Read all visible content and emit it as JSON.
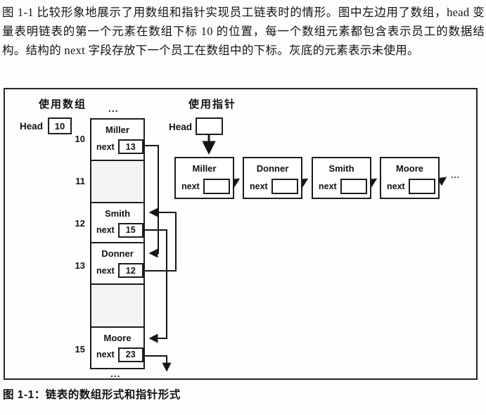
{
  "intro": "图 1-1 比较形象地展示了用数组和指针实现员工链表时的情形。图中左边用了数组，head 变量表明链表的第一个元素在数组下标 10 的位置，每一个数组元素都包含表示员工的数据结构。结构的 next 字段存放下一个员工在数组中的下标。灰底的元素表示未使用。",
  "caption": "图 1-1：链表的数组形式和指针形式",
  "figure": {
    "next_label": "next",
    "array_section": {
      "heading": "使用数组",
      "head_label": "Head",
      "head_value": "10",
      "ellipsis_top": "...",
      "ellipsis_bottom": "...",
      "cells": [
        {
          "index": "10",
          "name": "Miller",
          "next": "13",
          "used": true
        },
        {
          "index": "11",
          "name": "",
          "next": "",
          "used": false
        },
        {
          "index": "12",
          "name": "Smith",
          "next": "15",
          "used": true
        },
        {
          "index": "13",
          "name": "Donner",
          "next": "12",
          "used": true
        },
        {
          "index": "",
          "name": "",
          "next": "",
          "used": false
        },
        {
          "index": "15",
          "name": "Moore",
          "next": "23",
          "used": true
        }
      ]
    },
    "pointer_section": {
      "heading": "使用指针",
      "head_label": "Head",
      "head_value": "",
      "nodes": [
        {
          "name": "Miller",
          "next": ""
        },
        {
          "name": "Donner",
          "next": ""
        },
        {
          "name": "Smith",
          "next": ""
        },
        {
          "name": "Moore",
          "next": ""
        }
      ],
      "ellipsis_end": "..."
    }
  }
}
